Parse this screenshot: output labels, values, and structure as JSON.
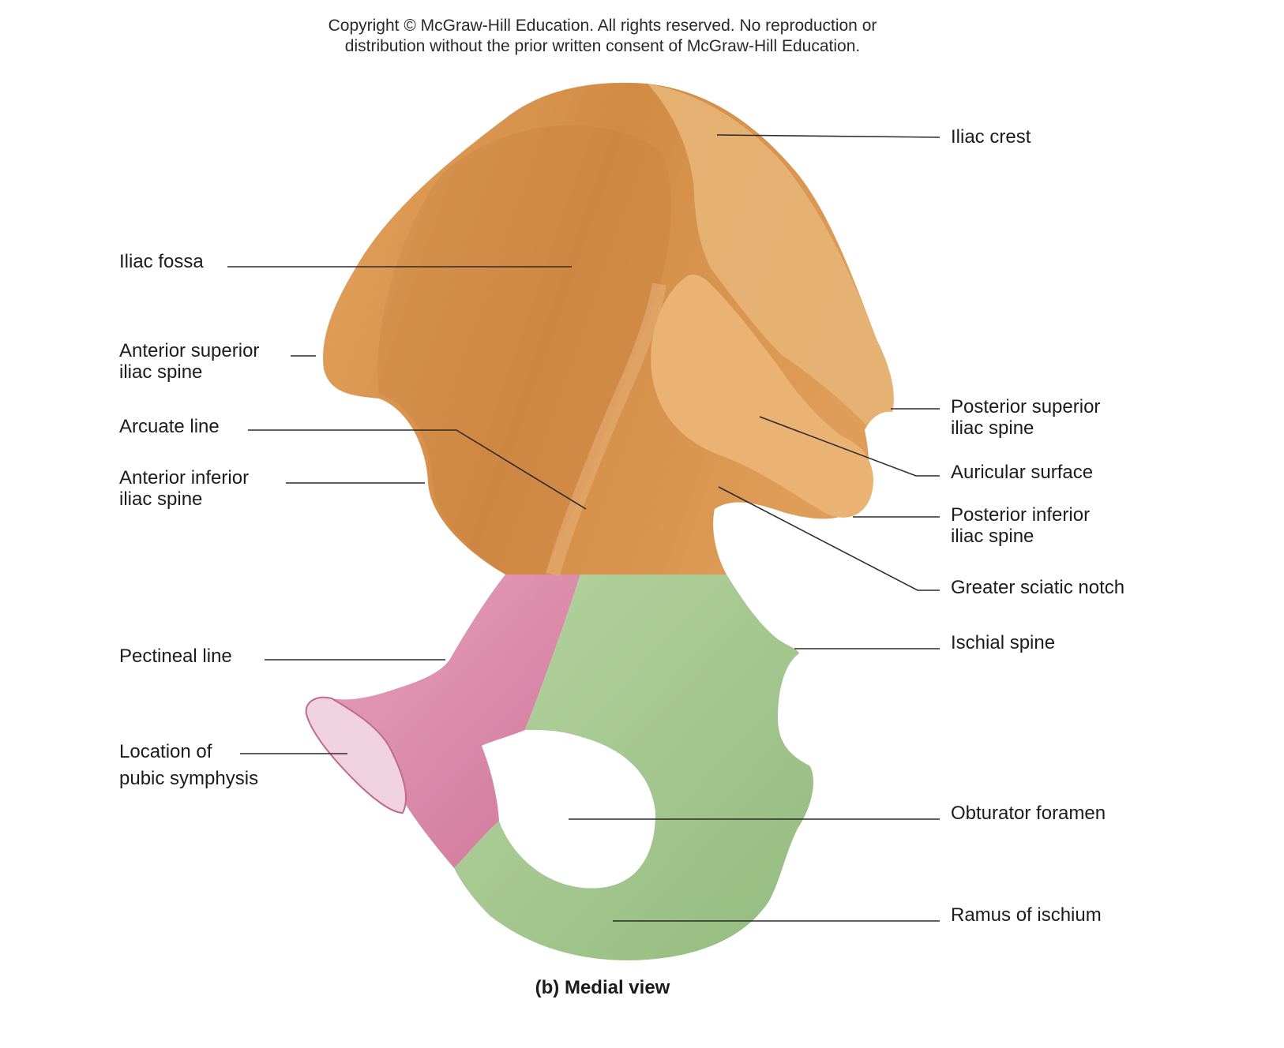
{
  "copyright": {
    "line1": "Copyright © McGraw-Hill Education.  All rights reserved. No reproduction or",
    "line2": "distribution without the prior written consent of McGraw-Hill Education."
  },
  "labels": {
    "iliac_crest": "Iliac crest",
    "iliac_fossa": "Iliac fossa",
    "anterior_superior_1": "Anterior superior",
    "anterior_superior_2": "iliac spine",
    "arcuate_line": "Arcuate line",
    "anterior_inferior_1": "Anterior inferior",
    "anterior_inferior_2": "iliac spine",
    "posterior_superior_1": "Posterior superior",
    "posterior_superior_2": "iliac spine",
    "auricular_surface": "Auricular surface",
    "posterior_inferior_1": "Posterior inferior",
    "posterior_inferior_2": "iliac spine",
    "greater_sciatic_notch": "Greater sciatic notch",
    "ischial_spine": "Ischial spine",
    "pectineal_line": "Pectineal line",
    "pubic_symphysis_1": "Location of",
    "pubic_symphysis_2": "pubic symphysis",
    "obturator_foramen": "Obturator foramen",
    "ramus_of_ischium": "Ramus of ischium"
  },
  "caption": "(b) Medial view",
  "colors": {
    "ilium": "#d9934d",
    "ilium_light": "#e8b06e",
    "pubis": "#d885a6",
    "ischium": "#a4c88f",
    "leader": "#2b2b2b"
  }
}
